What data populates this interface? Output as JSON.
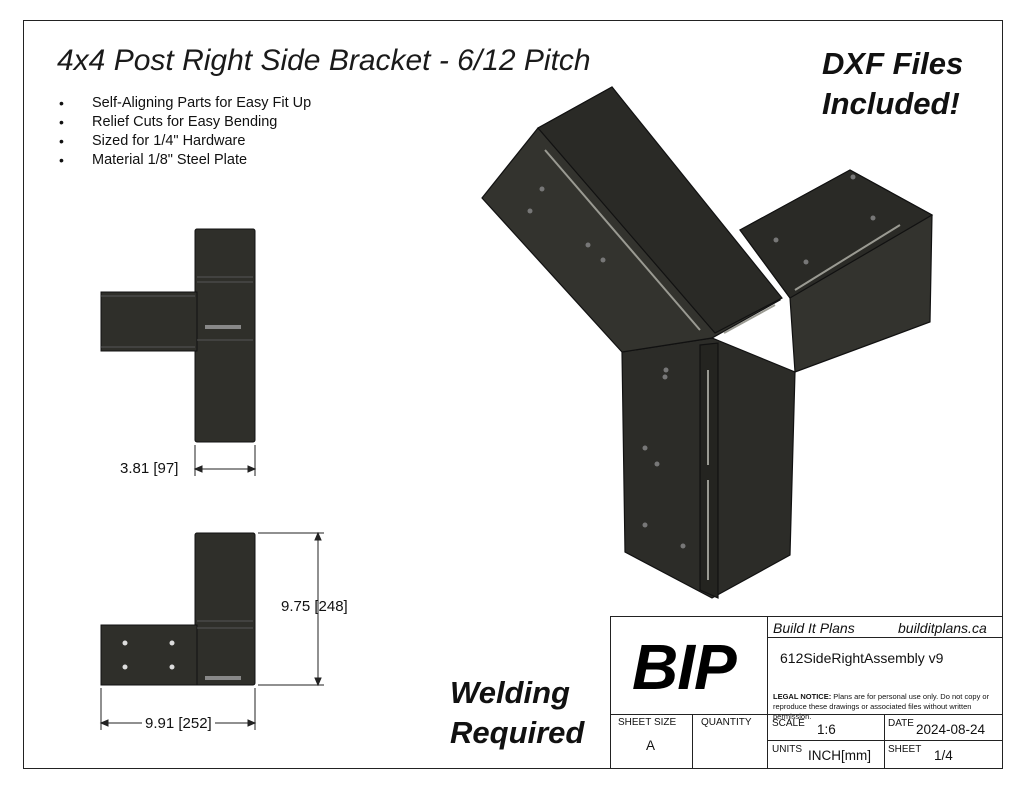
{
  "title": "4x4 Post Right Side Bracket - 6/12 Pitch",
  "callout": {
    "line1": "DXF Files",
    "line2": "Included!"
  },
  "features": [
    "Self-Aligning Parts for Easy Fit Up",
    "Relief Cuts for Easy Bending",
    "Sized for 1/4\" Hardware",
    "Material 1/8\" Steel Plate"
  ],
  "dimensions": {
    "width_top_view": "3.81 [97]",
    "height_front_view": "9.75 [248]",
    "width_front_view": "9.91 [252]"
  },
  "welding": {
    "line1": "Welding",
    "line2": "Required"
  },
  "title_block": {
    "logo": "BIP",
    "company": "Build It Plans",
    "website": "builditplans.ca",
    "part_name": "612SideRightAssembly v9",
    "legal_label": "LEGAL NOTICE:",
    "legal_text": " Plans are for personal use only. Do not copy or reproduce these drawings or associated files without written permission.",
    "sheet_size_label": "SHEET SIZE",
    "sheet_size": "A",
    "quantity_label": "QUANTITY",
    "quantity": "",
    "scale_label": "SCALE",
    "scale": "1:6",
    "date_label": "DATE",
    "date": "2024-08-24",
    "units_label": "UNITS",
    "units": "INCH[mm]",
    "sheet_label": "SHEET",
    "sheet": "1/4"
  },
  "colors": {
    "steel": "#2f2f2a",
    "steel_edge": "#111111",
    "line": "#222222"
  }
}
